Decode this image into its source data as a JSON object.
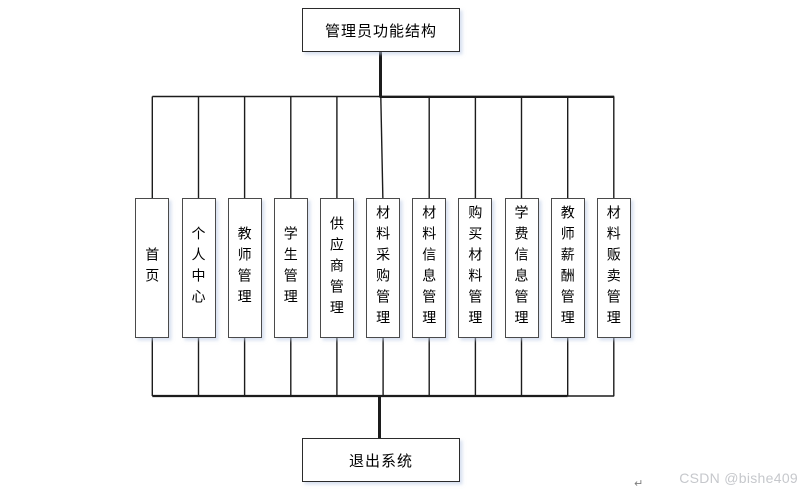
{
  "diagram": {
    "root_label": "管理员功能结构",
    "branches": [
      {
        "label": "首页"
      },
      {
        "label": "个人中心"
      },
      {
        "label": "教师管理"
      },
      {
        "label": "学生管理"
      },
      {
        "label": "供应商管理"
      },
      {
        "label": "材料采购管理"
      },
      {
        "label": "材料信息管理"
      },
      {
        "label": "购买材料管理"
      },
      {
        "label": "学费信息管理"
      },
      {
        "label": "教师薪酬管理"
      },
      {
        "label": "材料贩卖管理"
      }
    ],
    "exit_label": "退出系统"
  },
  "watermark": {
    "text": "CSDN @bishe409",
    "return_mark": "↵"
  },
  "colors": {
    "line": "#1c1c1c",
    "node_border": "#4a4a4a",
    "node_fill": "#ffffff",
    "node_shadow": "#b9c9e4",
    "text": "#000000",
    "watermark": "#c6c8cc",
    "return_mark": "#7d7d7d",
    "background": "#ffffff"
  }
}
